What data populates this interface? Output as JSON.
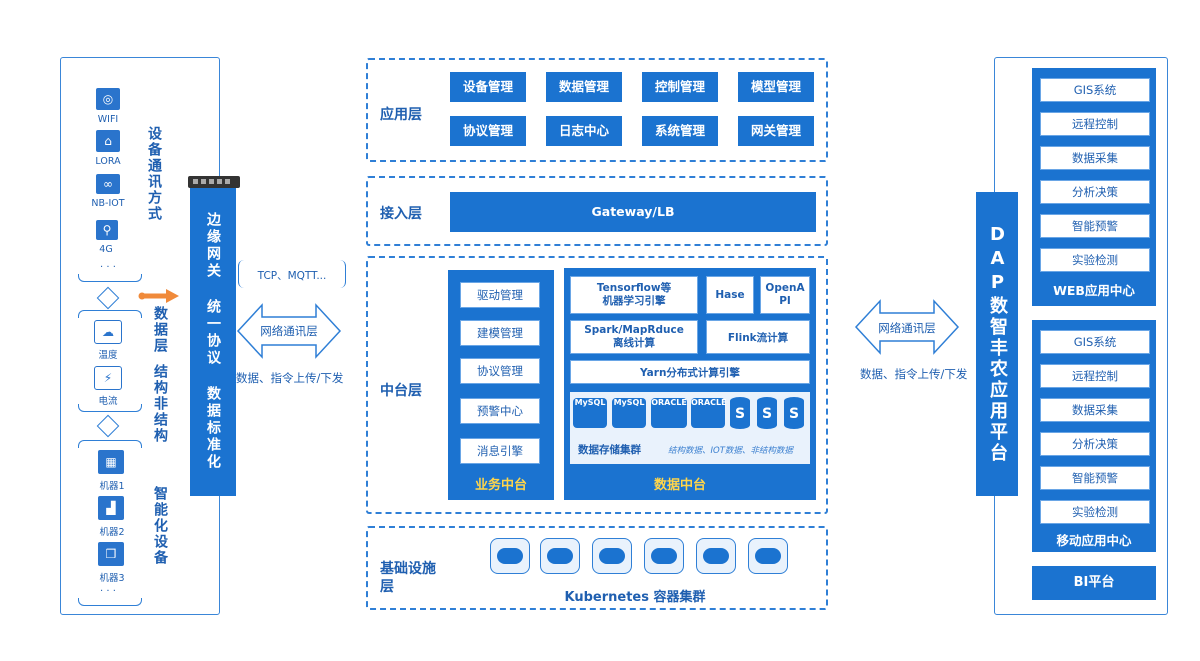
{
  "left_panel": {
    "device_comm_label": "设备通讯方式",
    "data_layer_label": "数据层",
    "struct_label": "结构非结构",
    "smart_device_label": "智能化设备",
    "comm_icons": [
      {
        "icon": "wifi-icon",
        "label": "WIFI"
      },
      {
        "icon": "lora-icon",
        "label": "LORA"
      },
      {
        "icon": "nbiot-icon",
        "label": "NB-IOT"
      },
      {
        "icon": "4g-icon",
        "label": "4G"
      }
    ],
    "dots": "· · ·",
    "sensors": [
      {
        "icon": "temperature-icon",
        "label": "温度"
      },
      {
        "icon": "current-icon",
        "label": "电流"
      }
    ],
    "machines": [
      {
        "icon": "machine-icon",
        "label": "机器1"
      },
      {
        "icon": "factory-icon",
        "label": "机器2"
      },
      {
        "icon": "cube-icon",
        "label": "机器3"
      }
    ],
    "edge_gateway": "边缘网关 统一协议 数据标准化"
  },
  "left_link": {
    "protocols": "TCP、MQTT...",
    "arrow_label": "网络通讯层",
    "caption": "数据、指令上传/下发"
  },
  "right_link": {
    "arrow_label": "网络通讯层",
    "caption": "数据、指令上传/下发"
  },
  "center": {
    "app_layer": {
      "title": "应用层",
      "items": [
        "设备管理",
        "数据管理",
        "控制管理",
        "模型管理",
        "协议管理",
        "日志中心",
        "系统管理",
        "网关管理"
      ]
    },
    "access_layer": {
      "title": "接入层",
      "gateway": "Gateway/LB"
    },
    "middle_layer": {
      "title": "中台层",
      "business": {
        "items": [
          "驱动管理",
          "建模管理",
          "协议管理",
          "预警中心",
          "消息引擎"
        ],
        "footer": "业务中台"
      },
      "data": {
        "tensorflow": "Tensorflow等 机器学习引擎",
        "hase": "Hase",
        "openapi": "OpenA PI",
        "spark": "Spark/MapRduce 离线计算",
        "flink": "Flink流计算",
        "yarn": "Yarn分布式计算引擎",
        "db_icons": [
          "MySQL",
          "MySQL",
          "ORACLE",
          "ORACLE"
        ],
        "storage": "数据存储集群",
        "storage_types": "结构数据、IOT数据、非结构数据",
        "footer": "数据中台"
      }
    },
    "infra_layer": {
      "title": "基础设施层",
      "k8s": "Kubernetes 容器集群",
      "cloud_count": 6
    }
  },
  "right_panel": {
    "platform": "DAP数智丰农应用平台",
    "web_center": {
      "items": [
        "GIS系统",
        "远程控制",
        "数据采集",
        "分析决策",
        "智能预警",
        "实验检测"
      ],
      "footer": "WEB应用中心"
    },
    "mobile_center": {
      "items": [
        "GIS系统",
        "远程控制",
        "数据采集",
        "分析决策",
        "智能预警",
        "实验检测"
      ],
      "footer": "移动应用中心"
    },
    "bi": "BI平台"
  }
}
